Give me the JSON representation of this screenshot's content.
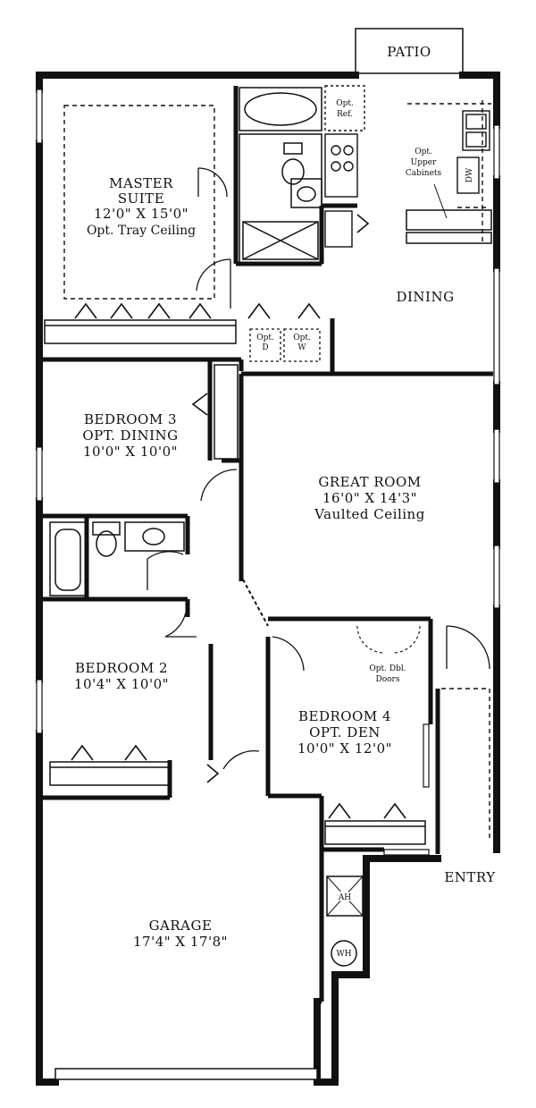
{
  "rooms": {
    "patio": {
      "name": "PATIO"
    },
    "master_suite": {
      "name_line1": "MASTER",
      "name_line2": "SUITE",
      "size": "12'0\" X 15'0\"",
      "note": "Opt. Tray Ceiling"
    },
    "dining": {
      "name": "DINING"
    },
    "bedroom3": {
      "name_line1": "BEDROOM 3",
      "name_line2": "OPT. DINING",
      "size": "10'0\" X 10'0\""
    },
    "great_room": {
      "name": "GREAT ROOM",
      "size": "16'0\" X 14'3\"",
      "note": "Vaulted Ceiling"
    },
    "bedroom2": {
      "name": "BEDROOM 2",
      "size": "10'4\" X 10'0\""
    },
    "bedroom4": {
      "name_line1": "BEDROOM 4",
      "name_line2": "OPT. DEN",
      "size": "10'0\" X 12'0\""
    },
    "garage": {
      "name": "GARAGE",
      "size": "17'4\" X 17'8\""
    },
    "entry": {
      "name": "ENTRY"
    }
  },
  "fixtures": {
    "opt_ref_line1": "Opt.",
    "opt_ref_line2": "Ref.",
    "upper_cab_line1": "Opt.",
    "upper_cab_line2": "Upper",
    "upper_cab_line3": "Cabinets",
    "dishwasher": "DW",
    "opt_dryer_line1": "Opt.",
    "opt_dryer_line2": "D",
    "opt_washer_line1": "Opt.",
    "opt_washer_line2": "W",
    "dbl_doors_line1": "Opt. Dbl.",
    "dbl_doors_line2": "Doors",
    "air_handler": "AH",
    "water_heater": "WH"
  }
}
